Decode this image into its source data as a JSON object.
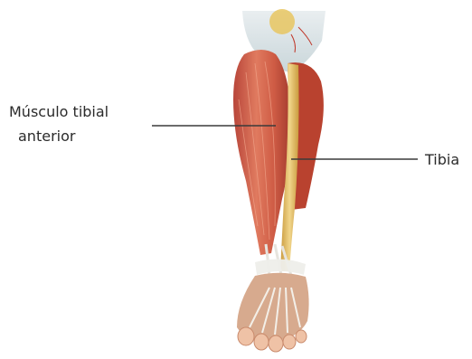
{
  "labels": {
    "muscle_line1": "Músculo tibial",
    "muscle_line2": "anterior",
    "tibia": "Tibia"
  },
  "colors": {
    "background": "#ffffff",
    "muscle": "#c9553f",
    "muscle_highlight": "#e58a6e",
    "tendon": "#e4e2dc",
    "bone": "#d9b45a",
    "skin": "#efc2a6",
    "leader_line": "#3a3a3a",
    "label_text": "#2b2b2b"
  },
  "icons": [
    "leg-anatomy-illustration"
  ]
}
